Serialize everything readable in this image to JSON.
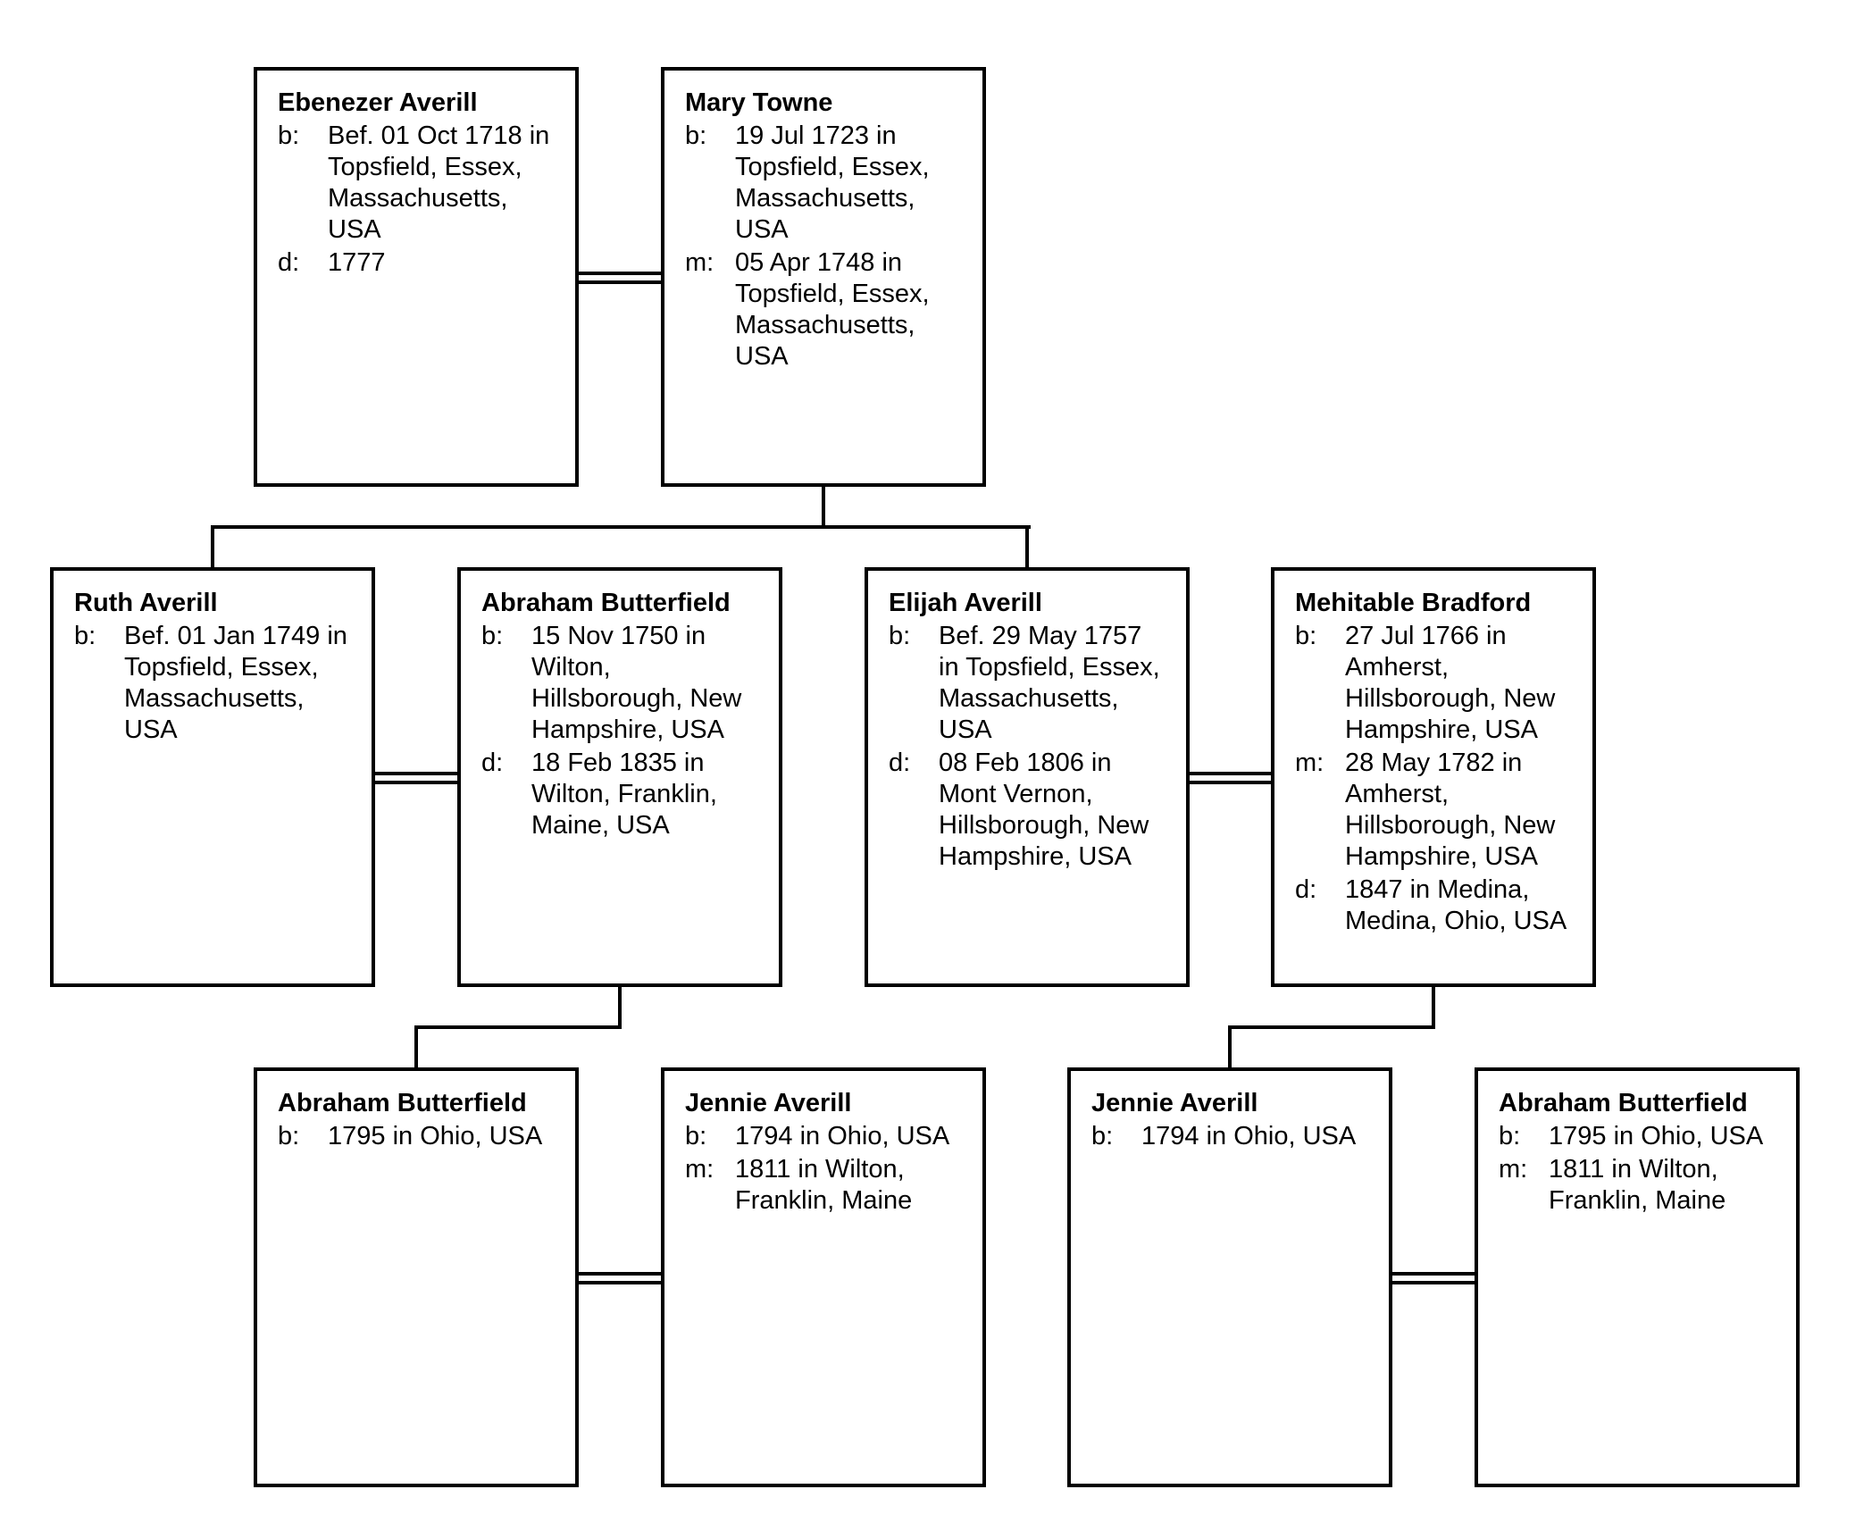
{
  "people": [
    {
      "name": "Ebenezer Averill",
      "events": [
        {
          "label": "b:",
          "text": "Bef. 01 Oct 1718 in Topsfield, Essex, Massachusetts, USA"
        },
        {
          "label": "d:",
          "text": "1777"
        }
      ]
    },
    {
      "name": "Mary Towne",
      "events": [
        {
          "label": "b:",
          "text": "19 Jul 1723 in Topsfield, Essex, Massachusetts, USA"
        },
        {
          "label": "m:",
          "text": "05 Apr 1748 in Topsfield, Essex, Massachusetts, USA"
        }
      ]
    },
    {
      "name": "Ruth Averill",
      "events": [
        {
          "label": "b:",
          "text": "Bef. 01 Jan 1749 in Topsfield, Essex, Massachusetts, USA"
        }
      ]
    },
    {
      "name": "Abraham Butterfield",
      "events": [
        {
          "label": "b:",
          "text": "15 Nov 1750 in Wilton, Hillsborough, New Hampshire, USA"
        },
        {
          "label": "d:",
          "text": "18 Feb 1835 in Wilton, Franklin, Maine, USA"
        }
      ]
    },
    {
      "name": "Elijah Averill",
      "events": [
        {
          "label": "b:",
          "text": "Bef. 29 May 1757 in Topsfield, Essex, Massachusetts, USA"
        },
        {
          "label": "d:",
          "text": "08 Feb 1806 in Mont Vernon, Hillsborough, New Hampshire, USA"
        }
      ]
    },
    {
      "name": "Mehitable Bradford",
      "events": [
        {
          "label": "b:",
          "text": "27 Jul 1766 in Amherst, Hillsborough, New Hampshire, USA"
        },
        {
          "label": "m:",
          "text": "28 May 1782 in Amherst, Hillsborough, New Hampshire, USA"
        },
        {
          "label": "d:",
          "text": "1847 in Medina, Medina, Ohio, USA"
        }
      ]
    },
    {
      "name": "Abraham Butterfield",
      "events": [
        {
          "label": "b:",
          "text": "1795 in Ohio, USA"
        }
      ]
    },
    {
      "name": "Jennie Averill",
      "events": [
        {
          "label": "b:",
          "text": "1794 in Ohio, USA"
        },
        {
          "label": "m:",
          "text": "1811 in Wilton, Franklin, Maine"
        }
      ]
    },
    {
      "name": "Jennie Averill",
      "events": [
        {
          "label": "b:",
          "text": "1794 in Ohio, USA"
        }
      ]
    },
    {
      "name": "Abraham Butterfield",
      "events": [
        {
          "label": "b:",
          "text": "1795 in Ohio, USA"
        },
        {
          "label": "m:",
          "text": "1811 in Wilton, Franklin, Maine"
        }
      ]
    }
  ]
}
